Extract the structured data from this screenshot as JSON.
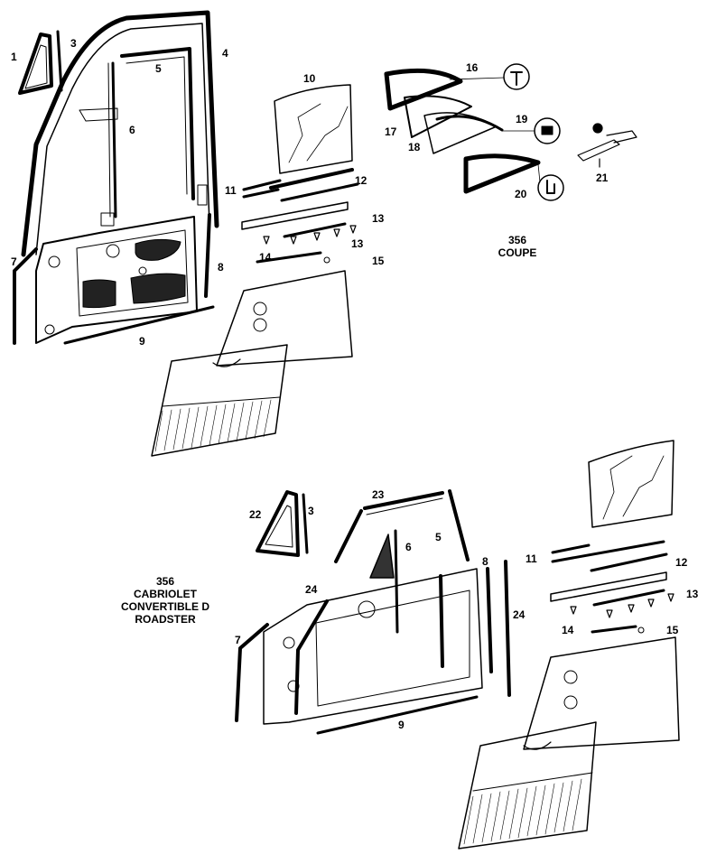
{
  "diagram": {
    "coupe_section": {
      "caption_lines": [
        "356",
        "COUPE"
      ],
      "callouts": [
        "1",
        "3",
        "4",
        "5",
        "6",
        "7",
        "8",
        "9",
        "10",
        "11",
        "12",
        "13",
        "13",
        "14",
        "15",
        "16",
        "17",
        "18",
        "19",
        "20",
        "21"
      ]
    },
    "cabriolet_section": {
      "caption_lines": [
        "356",
        "CABRIOLET",
        "CONVERTIBLE D",
        "ROADSTER"
      ],
      "callouts": [
        "22",
        "3",
        "23",
        "6",
        "5",
        "8",
        "24",
        "24",
        "7",
        "9",
        "11",
        "12",
        "13",
        "14",
        "15"
      ]
    }
  }
}
